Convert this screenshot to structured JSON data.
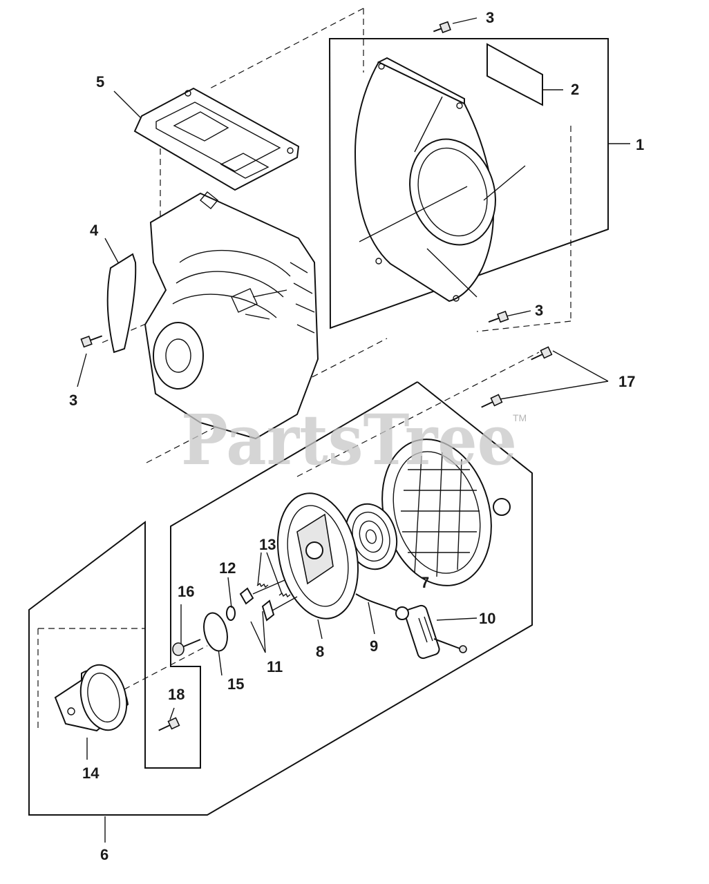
{
  "watermark": {
    "text": "PartsTree",
    "trademark": "TM"
  },
  "callouts": [
    "1",
    "2",
    "3",
    "3",
    "3",
    "4",
    "5",
    "6",
    "7",
    "8",
    "9",
    "10",
    "11",
    "12",
    "13",
    "14",
    "15",
    "16",
    "17",
    "18"
  ]
}
